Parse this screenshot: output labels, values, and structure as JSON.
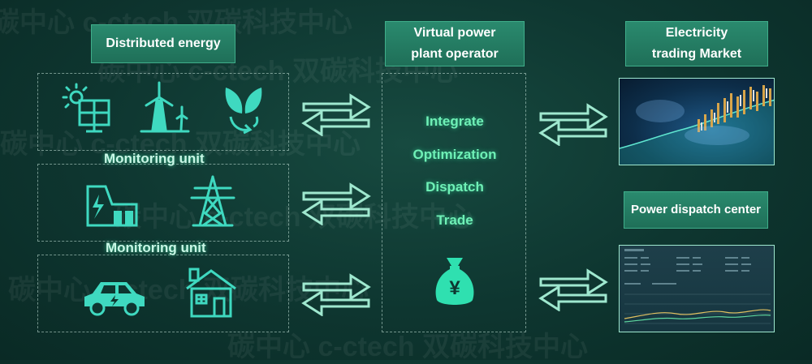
{
  "watermark": "碳中心 c-ctech 双碳科技中心",
  "headers": {
    "distributed_energy": "Distributed energy",
    "vpp_operator_line1": "Virtual power",
    "vpp_operator_line2": "plant operator",
    "market_line1": "Electricity",
    "market_line2": "trading Market",
    "dispatch_center": "Power dispatch center"
  },
  "monitoring": [
    "Monitoring unit",
    "Monitoring unit"
  ],
  "functions": [
    "Integrate",
    "Optimization",
    "Dispatch",
    "Trade"
  ],
  "money_symbol": "¥",
  "icons": {
    "row1": [
      "solar-panel-icon",
      "wind-turbine-icon",
      "biomass-leaf-icon"
    ],
    "row2": [
      "energy-storage-building-icon",
      "power-tower-icon"
    ],
    "row3": [
      "electric-car-icon",
      "house-icon"
    ],
    "center": "money-bag-icon"
  },
  "colors": {
    "accent_green": "#6ff0b6",
    "header_bg": "#1f6f58",
    "icon_cyan": "#3fd9c0"
  }
}
